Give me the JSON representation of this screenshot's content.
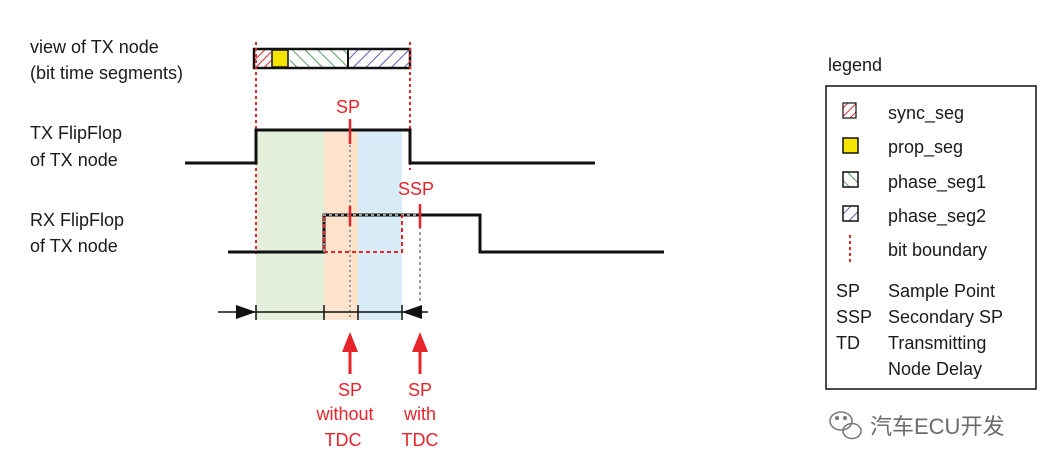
{
  "labels": {
    "view_line1": "view of TX node",
    "view_line2": "(bit time segments)",
    "tx_line1": "TX FlipFlop",
    "tx_line2": "of TX node",
    "rx_line1": "RX FlipFlop",
    "rx_line2": "of TX node",
    "sp_top": "SP",
    "ssp": "SSP",
    "arrow1_line1": "SP",
    "arrow1_line2": "without",
    "arrow1_line3": "TDC",
    "arrow2_line1": "SP",
    "arrow2_line2": "with",
    "arrow2_line3": "TDC"
  },
  "legend": {
    "title": "legend",
    "items": [
      {
        "icon": "sync-seg-swatch",
        "label": "sync_seg"
      },
      {
        "icon": "prop-seg-swatch",
        "label": "prop_seg"
      },
      {
        "icon": "phase-seg1-swatch",
        "label": "phase_seg1"
      },
      {
        "icon": "phase-seg2-swatch",
        "label": "phase_seg2"
      },
      {
        "icon": "bit-boundary-line",
        "label": "bit boundary"
      }
    ],
    "abbreviations": [
      {
        "abbr": "SP",
        "desc": "Sample Point"
      },
      {
        "abbr": "SSP",
        "desc": "Secondary SP"
      },
      {
        "abbr": "TD",
        "desc": "Transmitting"
      },
      {
        "abbr": "",
        "desc": "Node Delay"
      }
    ]
  },
  "watermark": "汽车ECU开发",
  "colors": {
    "red": "#e8242b",
    "green_region": "#e3eedb",
    "orange_region": "#fde3cc",
    "blue_region": "#d8ecf8",
    "prop_yellow": "#f5e400",
    "phase1_green": "#2f8a3a",
    "phase2_blue": "#2a3b9c"
  }
}
